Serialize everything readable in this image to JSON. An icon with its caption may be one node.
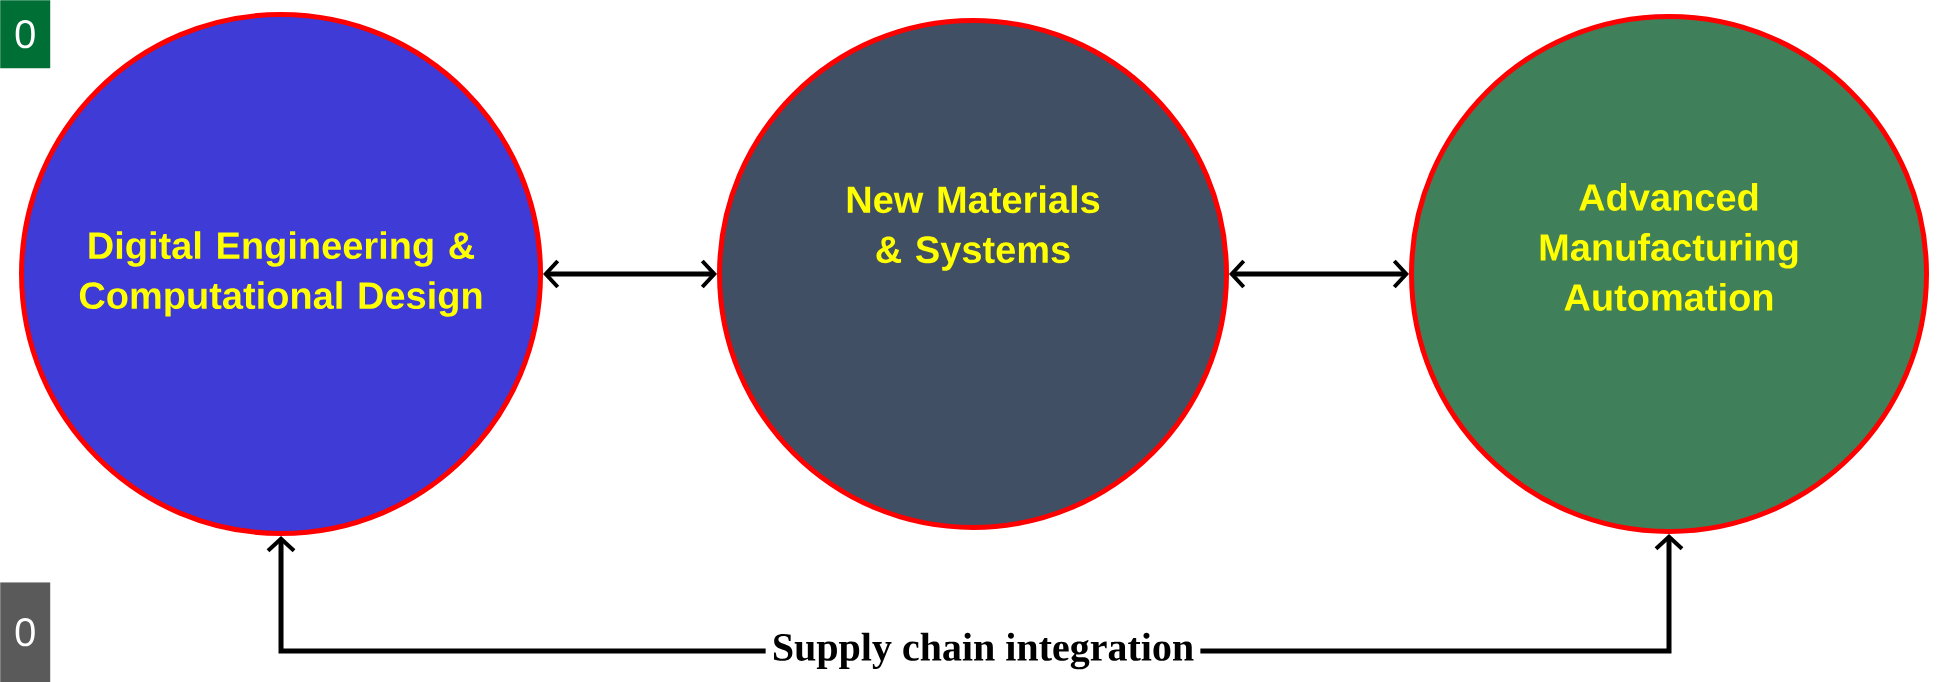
{
  "diagram": {
    "nodes": [
      {
        "text": [
          "0"
        ]
      },
      {
        "text": [
          "Digital Engineering & Computational Design"
        ]
      },
      {
        "text": [
          "New Materials & Systems"
        ]
      },
      {
        "text": [
          "Advanced Manufacturing Automation"
        ]
      },
      {
        "text": [
          "0"
        ]
      },
      {
        "text": [
          "Supply chain integration"
        ]
      }
    ],
    "edges": [
      {
        "from": 1,
        "to": 2,
        "arrow": "both"
      },
      {
        "from": 2,
        "to": 3,
        "arrow": "both"
      },
      {
        "from": 5,
        "to": 1,
        "arrow": "to"
      },
      {
        "from": 5,
        "to": 3,
        "arrow": "to"
      }
    ]
  }
}
